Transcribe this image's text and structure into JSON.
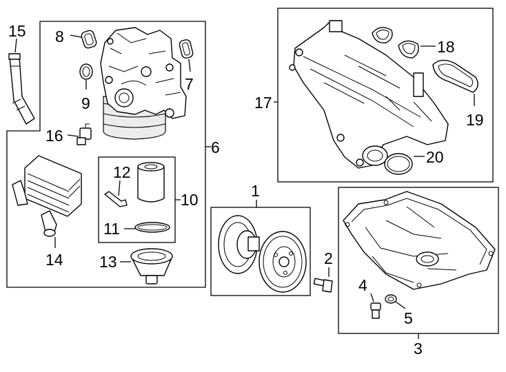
{
  "diagram": {
    "callouts": {
      "c1": "1",
      "c2": "2",
      "c3": "3",
      "c4": "4",
      "c5": "5",
      "c6": "6",
      "c7": "7",
      "c8": "8",
      "c9": "9",
      "c10": "10",
      "c11": "11",
      "c12": "12",
      "c13": "13",
      "c14": "14",
      "c15": "15",
      "c16": "16",
      "c17": "17",
      "c18": "18",
      "c19": "19",
      "c20": "20"
    },
    "parts": [
      {
        "id": "oil-filter-housing",
        "callout": "6"
      },
      {
        "id": "oil-filter-kit-box",
        "callout": "10"
      },
      {
        "id": "oil-filter-element",
        "callout": "12"
      },
      {
        "id": "oil-filter-o-ring",
        "callout": "11"
      },
      {
        "id": "oil-filter-cap",
        "callout": "13"
      },
      {
        "id": "oil-cooler",
        "callout": "14"
      },
      {
        "id": "cooler-hose",
        "callout": "15"
      },
      {
        "id": "pressure-sensor",
        "callout": "16"
      },
      {
        "id": "gasket-7",
        "callout": "7"
      },
      {
        "id": "gasket-8",
        "callout": "8"
      },
      {
        "id": "seal-9",
        "callout": "9"
      },
      {
        "id": "crankshaft-pulley",
        "callout": "1"
      },
      {
        "id": "pulley-bolt",
        "callout": "2"
      },
      {
        "id": "oil-pan",
        "callout": "3"
      },
      {
        "id": "drain-plug",
        "callout": "4"
      },
      {
        "id": "drain-plug-gasket",
        "callout": "5"
      },
      {
        "id": "intake-manifold",
        "callout": "17"
      },
      {
        "id": "manifold-gasket-18",
        "callout": "18"
      },
      {
        "id": "manifold-gasket-19",
        "callout": "19"
      },
      {
        "id": "throttle-body-gasket",
        "callout": "20"
      }
    ]
  }
}
